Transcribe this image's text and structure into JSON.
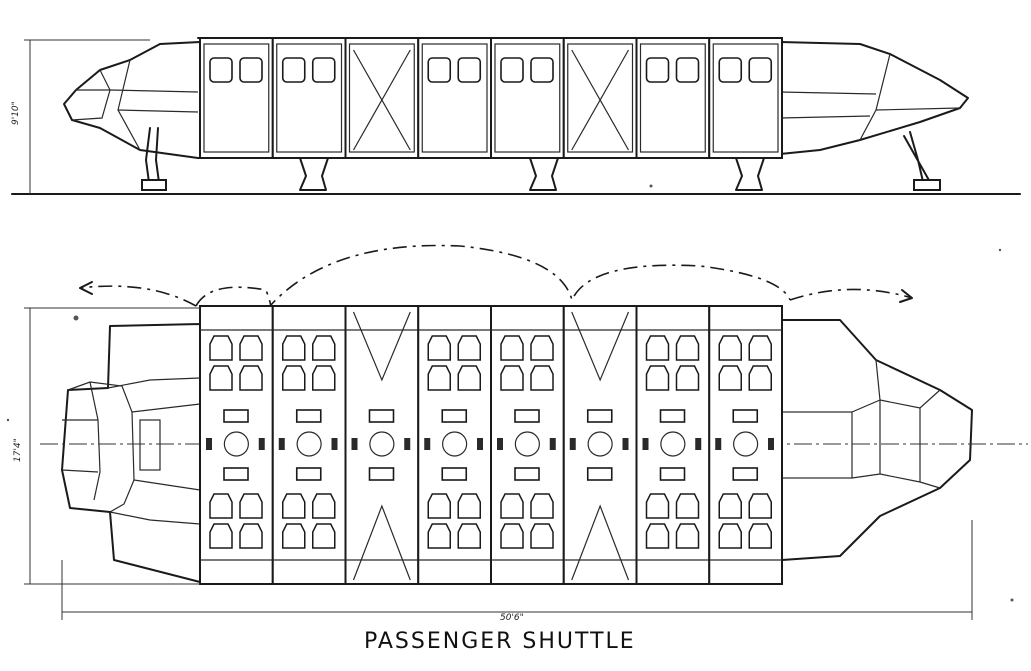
{
  "title": "PASSENGER SHUTTLE",
  "dimensions": {
    "height_label": "9'10\"",
    "width_label": "17'4\"",
    "length_label": "50'6\""
  },
  "modules": {
    "count": 8,
    "door_modules": [
      2,
      5
    ]
  }
}
